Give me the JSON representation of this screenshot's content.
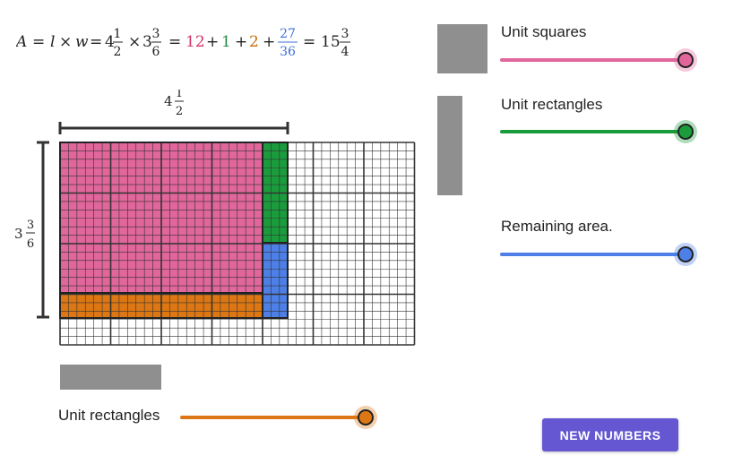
{
  "formula": {
    "var_a": "A",
    "equals": "=",
    "var_l": "l",
    "times": "×",
    "var_w": "w",
    "plus": "+",
    "length_whole": "4",
    "length_num": "1",
    "length_den": "2",
    "width_whole": "3",
    "width_num": "3",
    "width_den": "6",
    "term_squares": "12",
    "term_green": "1",
    "term_orange": "2",
    "term_blue_num": "27",
    "term_blue_den": "36",
    "result_whole": "15",
    "result_num": "3",
    "result_den": "4"
  },
  "diagram": {
    "length_label": {
      "whole": "4",
      "num": "1",
      "den": "2"
    },
    "width_label": {
      "whole": "3",
      "num": "3",
      "den": "6"
    },
    "grid": {
      "cols_units": 7,
      "rows_units": 4,
      "subdivisions": 6
    },
    "pieces": {
      "unit_squares": {
        "cols": 4,
        "rows": 3
      },
      "green_rectangle": {
        "width": 0.5,
        "height": 2
      },
      "orange_rectangle": {
        "width": 4,
        "height": 0.5
      },
      "remaining": {
        "width": 0.5,
        "height": 1.5
      }
    }
  },
  "controls": {
    "unit_squares_label": "Unit squares",
    "unit_rectangles_label": "Unit rectangles",
    "remaining_area_label": "Remaining area.",
    "bottom_unit_rectangles_label": "Unit rectangles",
    "unit_squares_value": 1.0,
    "unit_rectangles_value": 1.0,
    "remaining_area_value": 1.0,
    "bottom_unit_rectangles_value": 1.0
  },
  "button": {
    "new_numbers": "NEW NUMBERS"
  },
  "colors": {
    "squares": "#e0669b",
    "squares_text": "#d6336c",
    "green": "#1a9c3c",
    "green_text": "#1f8a3e",
    "orange": "#dd7714",
    "orange_text": "#cc6c0f",
    "blue": "#4d7fe6",
    "blue_text": "#3b6fd6",
    "swatch": "#8f8f8f",
    "button": "#6557d2",
    "grid_line": "#333333",
    "dimension": "#333333"
  }
}
